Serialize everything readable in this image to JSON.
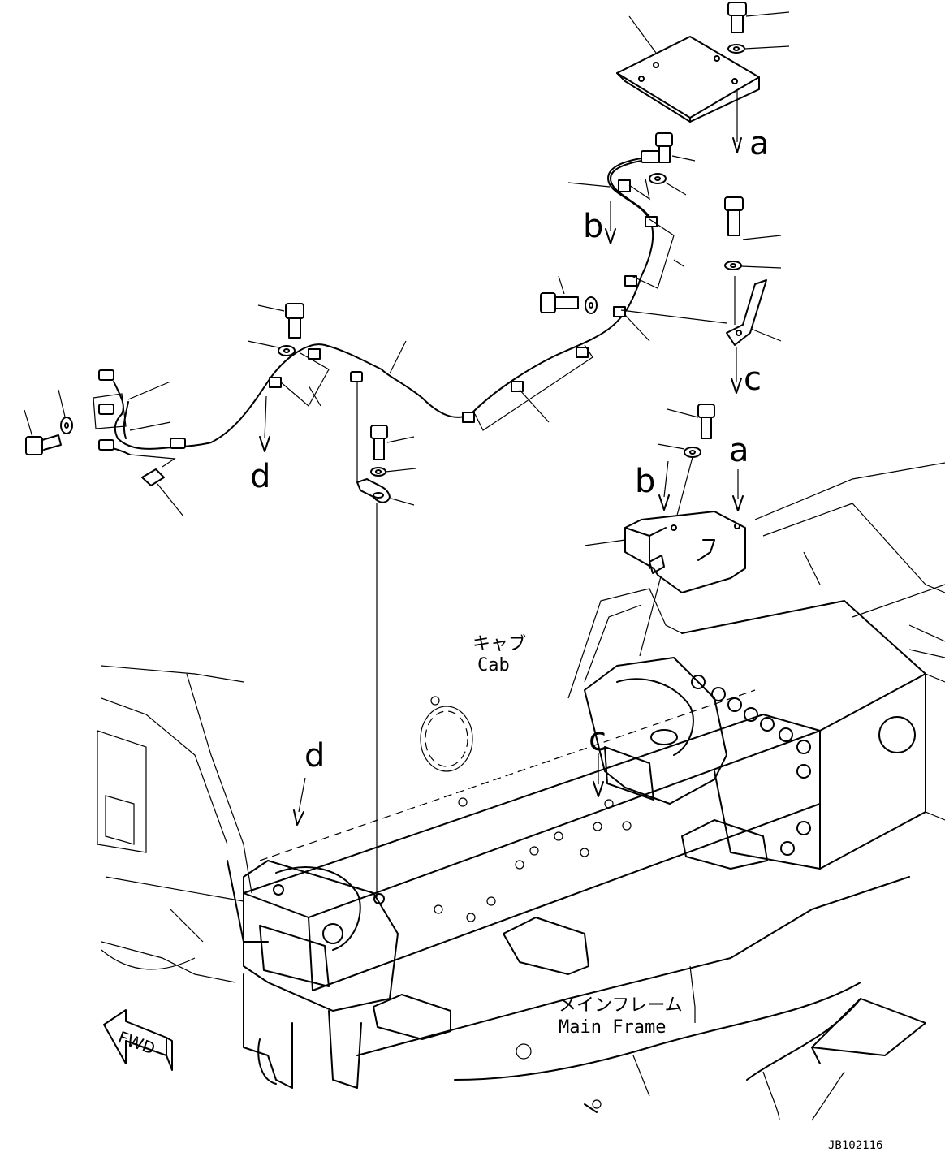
{
  "labels": {
    "a_top": "a",
    "a_bracket": "a",
    "b_harness": "b",
    "b_bracket": "b",
    "c_clamp": "c",
    "c_frame": "c",
    "d_harness": "d",
    "d_frame": "d"
  },
  "cab": {
    "jp": "キャブ",
    "en": "Cab"
  },
  "main_frame": {
    "jp": "メインフレーム",
    "en": "Main Frame"
  },
  "fwd": "FWD",
  "drawing_number": "JB102116"
}
